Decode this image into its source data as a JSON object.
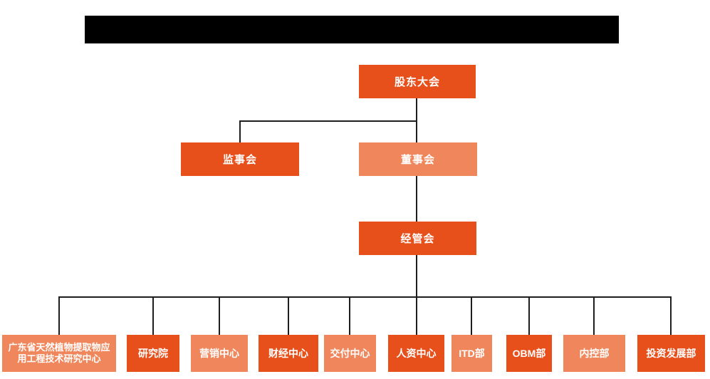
{
  "colors": {
    "primary_orange": "#e8501b",
    "light_orange": "#f0875c",
    "connector_line": "#1e1e1e",
    "node_text": "#ffffff",
    "redaction_bar": "#000000"
  },
  "org_chart": {
    "root": {
      "label": "股东大会",
      "variant": "orange"
    },
    "level2": [
      {
        "label": "监事会",
        "variant": "orange"
      },
      {
        "label": "董事会",
        "variant": "salmon"
      }
    ],
    "level3": {
      "label": "经管会",
      "variant": "orange"
    },
    "departments": [
      {
        "label": "广东省天然植物提取物应用工程技术研究中心",
        "variant": "salmon"
      },
      {
        "label": "研究院",
        "variant": "orange"
      },
      {
        "label": "营销中心",
        "variant": "salmon"
      },
      {
        "label": "财经中心",
        "variant": "orange"
      },
      {
        "label": "交付中心",
        "variant": "salmon"
      },
      {
        "label": "人资中心",
        "variant": "orange"
      },
      {
        "label": "ITD部",
        "variant": "salmon"
      },
      {
        "label": "OBM部",
        "variant": "orange"
      },
      {
        "label": "内控部",
        "variant": "salmon"
      },
      {
        "label": "投资发展部",
        "variant": "orange"
      }
    ]
  }
}
